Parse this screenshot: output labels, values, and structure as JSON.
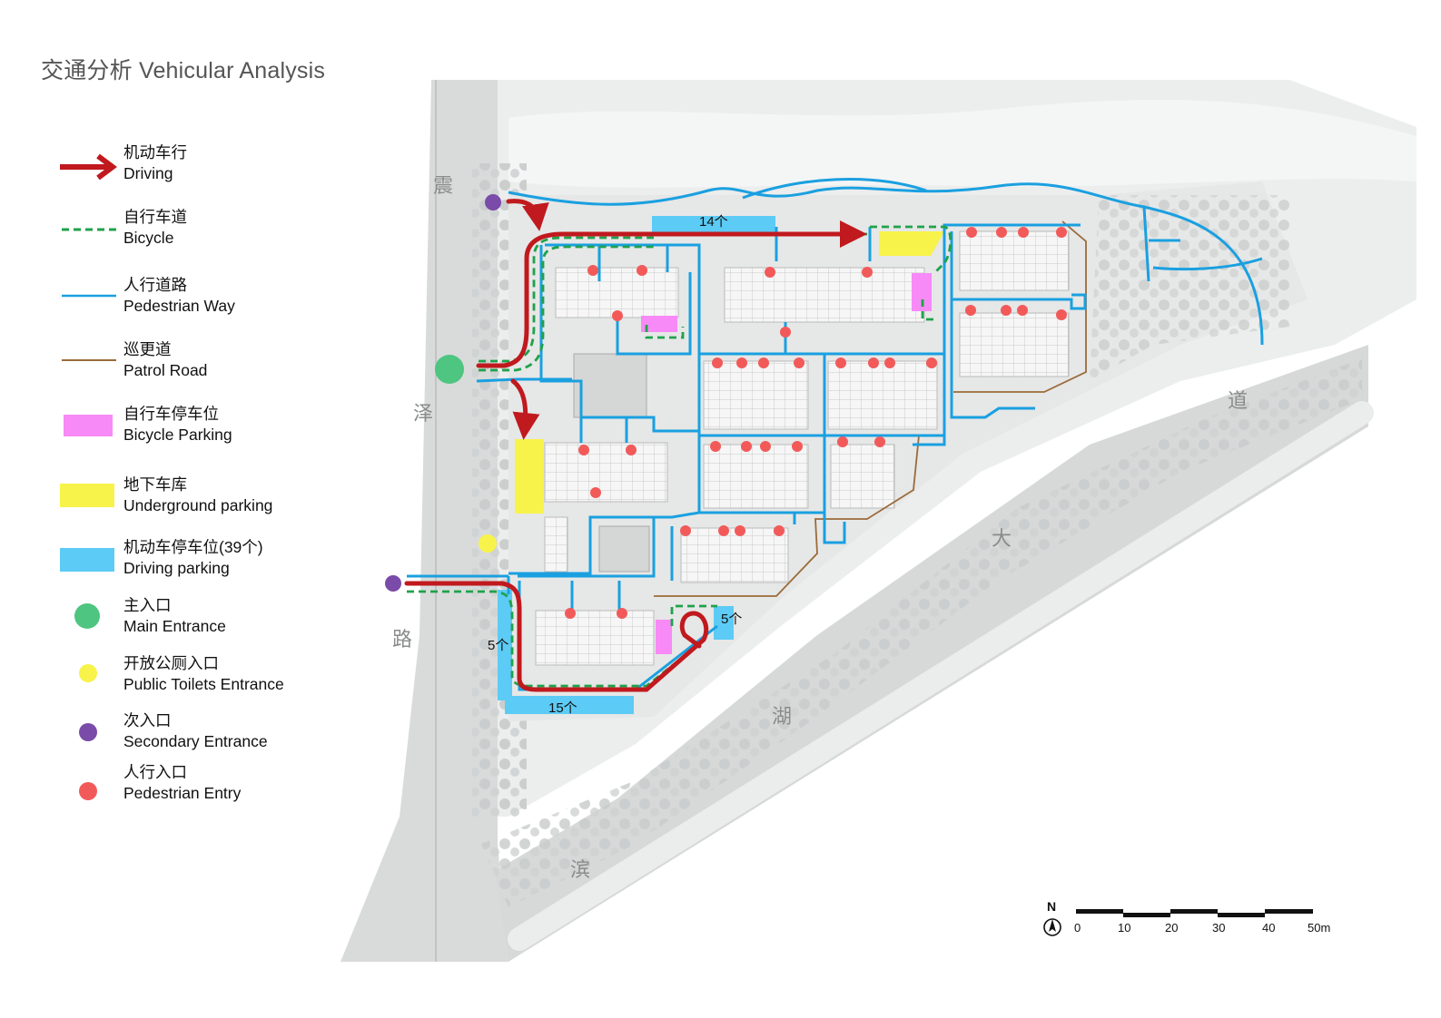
{
  "title": "交通分析 Vehicular Analysis",
  "legend": {
    "driving": {
      "cn": "机动车行",
      "en": "Driving",
      "color": "#c0191e"
    },
    "bicycle": {
      "cn": "自行车道",
      "en": "Bicycle",
      "color": "#1fa24a"
    },
    "pedestrian": {
      "cn": "人行道路",
      "en": "Pedestrian Way",
      "color": "#1aa0e0"
    },
    "patrol": {
      "cn": "巡更道",
      "en": "Patrol Road",
      "color": "#9b6b3a"
    },
    "bike_parking": {
      "cn": "自行车停车位",
      "en": "Bicycle Parking",
      "color": "#f78af6"
    },
    "underground": {
      "cn": "地下车库",
      "en": "Underground  parking",
      "color": "#f7f34a"
    },
    "car_parking": {
      "cn": "机动车停车位(39个)",
      "en": "Driving parking",
      "color": "#5ccbf5"
    },
    "main_entrance": {
      "cn": "主入口",
      "en": "Main Entrance",
      "color": "#4ec580"
    },
    "toilets": {
      "cn": "开放公厕入口",
      "en": "Public Toilets Entrance",
      "color": "#f7f34a"
    },
    "secondary": {
      "cn": "次入口",
      "en": "Secondary Entrance",
      "color": "#7a4ba8"
    },
    "ped_entry": {
      "cn": "人行入口",
      "en": "Pedestrian Entry",
      "color": "#f25a5a"
    }
  },
  "map": {
    "parking_labels": {
      "north": "14个",
      "west": "5个",
      "east": "5个",
      "south": "15个"
    },
    "road_chars_west": [
      "震",
      "泽",
      "路"
    ],
    "road_chars_south": [
      "道",
      "大",
      "湖",
      "滨"
    ]
  },
  "scale": {
    "north": "N",
    "ticks": [
      "0",
      "10",
      "20",
      "30",
      "40",
      "50m"
    ]
  }
}
